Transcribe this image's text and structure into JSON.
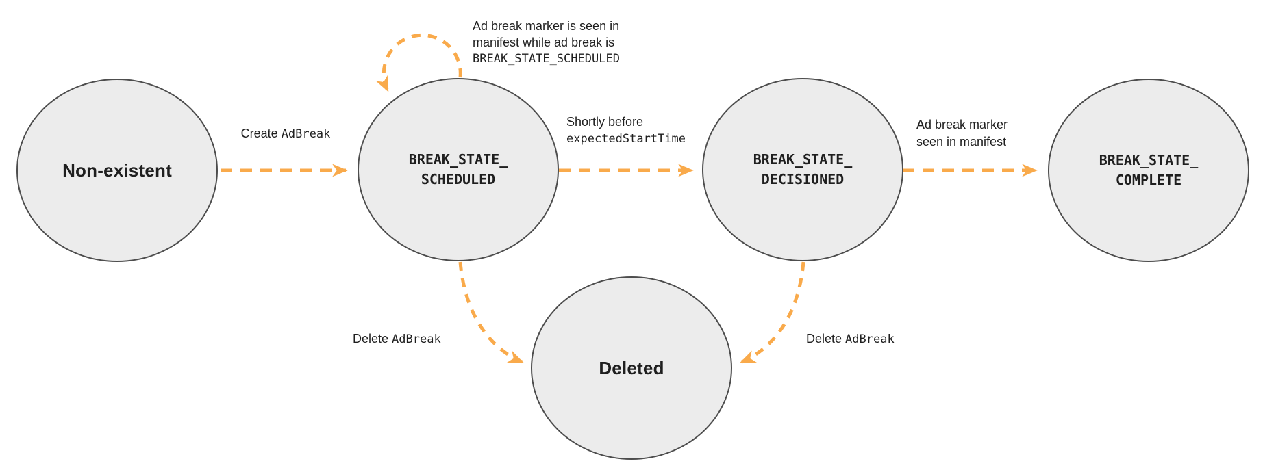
{
  "nodes": {
    "non_existent": {
      "label": "Non-existent"
    },
    "scheduled": {
      "line1": "BREAK_STATE_",
      "line2": "SCHEDULED"
    },
    "decisioned": {
      "line1": "BREAK_STATE_",
      "line2": "DECISIONED"
    },
    "complete": {
      "line1": "BREAK_STATE_",
      "line2": "COMPLETE"
    },
    "deleted": {
      "label": "Deleted"
    }
  },
  "edges": {
    "create": {
      "text": "Create ",
      "code": "AdBreak"
    },
    "self_loop": {
      "line1": "Ad break marker is seen in",
      "line2": "manifest while ad break is",
      "code": "BREAK_STATE_SCHEDULED"
    },
    "shortly": {
      "text": "Shortly before",
      "code": "expectedStartTime"
    },
    "marker_seen": {
      "line1": "Ad break marker",
      "line2": "seen in manifest"
    },
    "delete_scheduled": {
      "text": "Delete ",
      "code": "AdBreak"
    },
    "delete_decisioned": {
      "text": "Delete ",
      "code": "AdBreak"
    }
  },
  "colors": {
    "arrow": "#F9AA4B",
    "node_fill": "#ECECEC",
    "node_border": "#4D4D4D",
    "text": "#1F1F1F"
  }
}
